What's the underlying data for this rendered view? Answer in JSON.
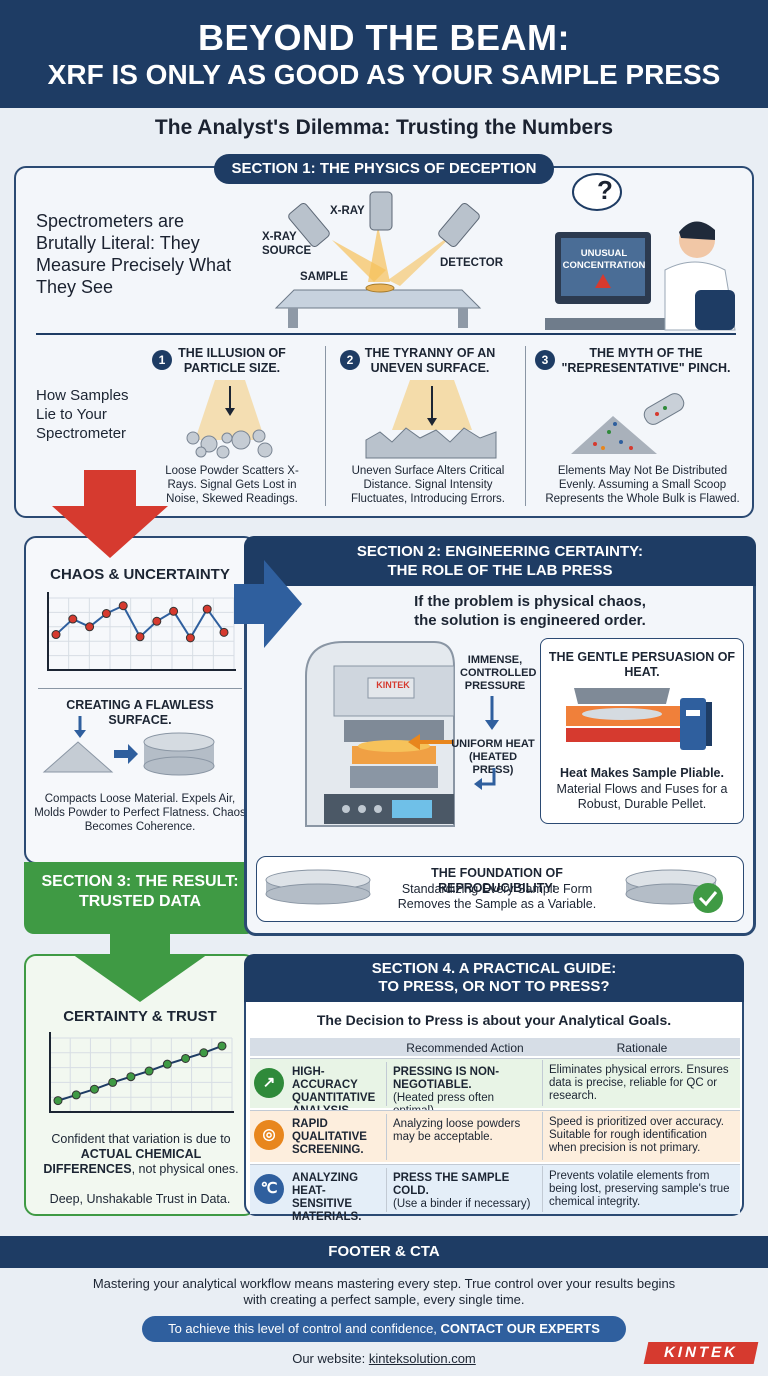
{
  "header": {
    "line1": "BEYOND THE BEAM:",
    "line2": "XRF IS ONLY AS GOOD AS YOUR SAMPLE PRESS"
  },
  "subtitle": "The Analyst's Dilemma: Trusting the Numbers",
  "section1": {
    "title": "SECTION 1: THE PHYSICS OF DECEPTION",
    "headline": "Spectrometers are Brutally Literal: They Measure Precisely What They See",
    "labels": {
      "xray": "X-RAY",
      "source": "X-RAY SOURCE",
      "sample": "SAMPLE",
      "detector": "DETECTOR"
    },
    "monitor_text": "UNUSUAL CONCENTRATION",
    "question_mark": "?",
    "lie_title": "How Samples Lie to Your Spectrometer",
    "items": [
      {
        "num": "1",
        "title": "THE ILLUSION OF PARTICLE SIZE.",
        "desc": "Loose Powder Scatters X-Rays. Signal Gets Lost in Noise, Skewed Readings."
      },
      {
        "num": "2",
        "title": "THE TYRANNY OF AN UNEVEN SURFACE.",
        "desc": "Uneven Surface Alters Critical Distance. Signal Intensity Fluctuates, Introducing Errors."
      },
      {
        "num": "3",
        "title": "THE MYTH OF THE \"REPRESENTATIVE\" PINCH.",
        "desc": "Elements May Not Be Distributed Evenly. Assuming a Small Scoop Represents the Whole Bulk is Flawed."
      }
    ]
  },
  "left_col": {
    "chaos_title": "CHAOS & UNCERTAINTY",
    "chaos_chart": [
      3.2,
      4.6,
      3.9,
      5.1,
      5.8,
      3.0,
      4.4,
      5.3,
      2.9,
      5.5,
      3.4
    ],
    "flawless_title": "CREATING A FLAWLESS SURFACE.",
    "flawless_desc": "Compacts Loose Material. Expels Air, Molds Powder to Perfect Flatness. Chaos Becomes Coherence.",
    "section3_title": "SECTION 3: THE RESULT: TRUSTED DATA",
    "certainty_title": "CERTAINTY & TRUST",
    "certainty_chart": [
      1.0,
      1.5,
      2.0,
      2.6,
      3.1,
      3.6,
      4.2,
      4.7,
      5.2,
      5.8
    ],
    "confident_text_a": "Confident that variation is due to ",
    "confident_bold": "ACTUAL CHEMICAL DIFFERENCES",
    "confident_text_b": ", not physical ones.",
    "trust_text": "Deep, Unshakable Trust in Data."
  },
  "section2": {
    "title_line1": "SECTION 2: ENGINEERING CERTAINTY:",
    "title_line2": "THE ROLE OF THE LAB PRESS",
    "lead_line1": "If the problem is physical chaos,",
    "lead_line2": "the solution is engineered order.",
    "brand": "KINTEK",
    "pressure_label": "IMMENSE, CONTROLLED PRESSURE",
    "heat_label": "UNIFORM HEAT (HEATED PRESS)",
    "gentle_title": "THE GENTLE PERSUASION OF HEAT.",
    "gentle_bold": "Heat Makes Sample Pliable.",
    "gentle_desc": "Material Flows and Fuses for a Robust, Durable Pellet.",
    "foundation_title": "THE FOUNDATION OF REPRODUCIBILITY:",
    "foundation_desc": "Standardizing Every Sample Form Removes the Sample as a Variable."
  },
  "section4": {
    "title_line1": "SECTION 4. A PRACTICAL GUIDE:",
    "title_line2": "TO PRESS, OR NOT TO PRESS?",
    "lead": "The Decision to Press is about your Analytical Goals.",
    "col_action": "Recommended Action",
    "col_rationale": "Rationale",
    "rows": [
      {
        "goal": "HIGH-ACCURACY QUANTITATIVE ANALYSIS.",
        "action_bold": "PRESSING IS NON-NEGOTIABLE.",
        "action_note": "(Heated press often optimal)",
        "rationale": "Eliminates physical errors. Ensures data is precise, reliable for QC or research.",
        "color": "#e8f4e6",
        "icon_color": "#2f8a3a"
      },
      {
        "goal": "RAPID QUALITATIVE SCREENING.",
        "action_bold": "",
        "action_note": "Analyzing loose powders may be acceptable.",
        "rationale": "Speed is prioritized over accuracy. Suitable for rough identification when precision is not primary.",
        "color": "#fdeedd",
        "icon_color": "#e8861d"
      },
      {
        "goal": "ANALYZING HEAT-SENSITIVE MATERIALS.",
        "action_bold": "PRESS THE SAMPLE COLD.",
        "action_note": "(Use a binder if necessary)",
        "rationale": "Prevents volatile elements from being lost, preserving sample's true chemical integrity.",
        "color": "#e4eef8",
        "icon_color": "#2f5f9e"
      }
    ]
  },
  "footer": {
    "title": "FOOTER & CTA",
    "text": "Mastering your analytical workflow means mastering every step. True control over your results begins with creating a perfect sample, every single time.",
    "cta_a": "To achieve this level of control and confidence, ",
    "cta_b": "CONTACT OUR EXPERTS",
    "website_label": "Our website: ",
    "website": "kinteksolution.com",
    "logo": "KINTEK"
  },
  "colors": {
    "navy": "#1e3c64",
    "green": "#3f9a44",
    "red": "#d63a2f",
    "orange": "#f2a33a"
  }
}
